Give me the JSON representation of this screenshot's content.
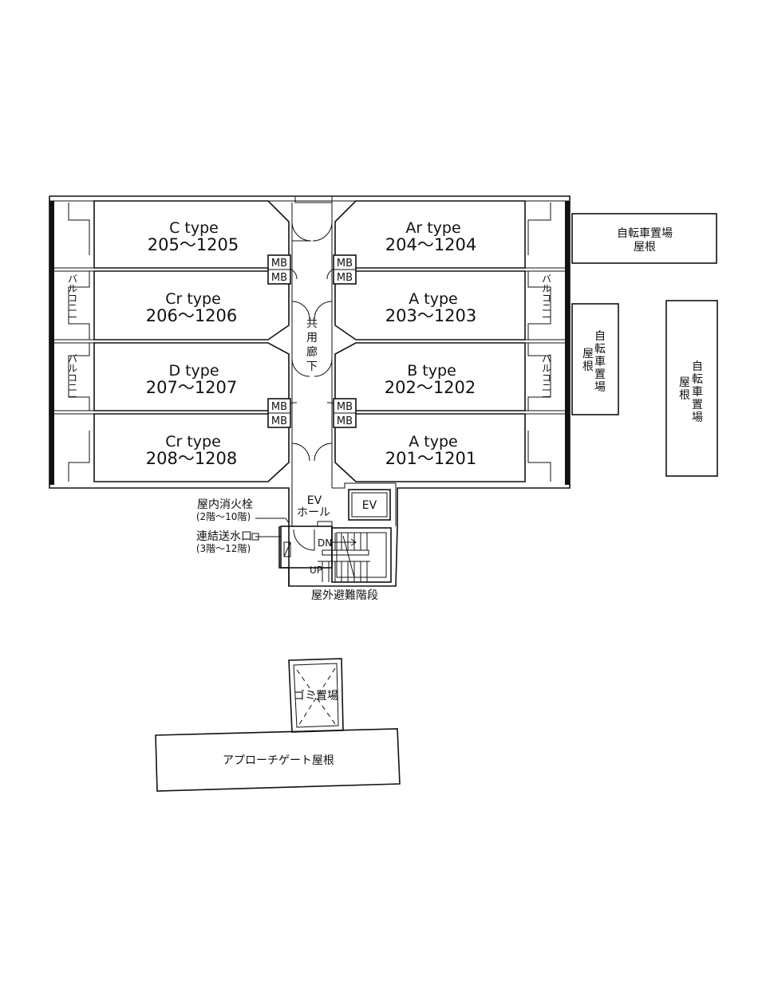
{
  "units": {
    "c": {
      "type": "C type",
      "range": "205〜1205"
    },
    "ar": {
      "type": "Ar type",
      "range": "204〜1204"
    },
    "cr1": {
      "type": "Cr type",
      "range": "206〜1206"
    },
    "a1": {
      "type": "A type",
      "range": "203〜1203"
    },
    "d": {
      "type": "D type",
      "range": "207〜1207"
    },
    "b": {
      "type": "B type",
      "range": "202〜1202"
    },
    "cr2": {
      "type": "Cr type",
      "range": "208〜1208"
    },
    "a2": {
      "type": "A type",
      "range": "201〜1201"
    }
  },
  "labels": {
    "mb": "MB",
    "balcony": [
      "バ",
      "ル",
      "コ",
      "ニ",
      "ー"
    ],
    "corridor": [
      "共",
      "用",
      "廊",
      "下"
    ],
    "bike_roof_1": [
      "自転車置場",
      "屋根"
    ],
    "bike_roof_2": [
      "自",
      "転",
      "車",
      "置",
      "場"
    ],
    "bike_roof_2b": [
      "屋",
      "根"
    ],
    "ev_hall": [
      "EV",
      "ホール"
    ],
    "ev": "EV",
    "hydrant": [
      "屋内消火栓",
      "(2階〜10階)"
    ],
    "standpipe": [
      "連結送水口",
      "(3階〜12階)"
    ],
    "dn": "DN",
    "up": "UP",
    "stairs": "屋外避難階段",
    "garbage": "ゴミ置場",
    "gate_roof": "アプローチゲート屋根"
  }
}
